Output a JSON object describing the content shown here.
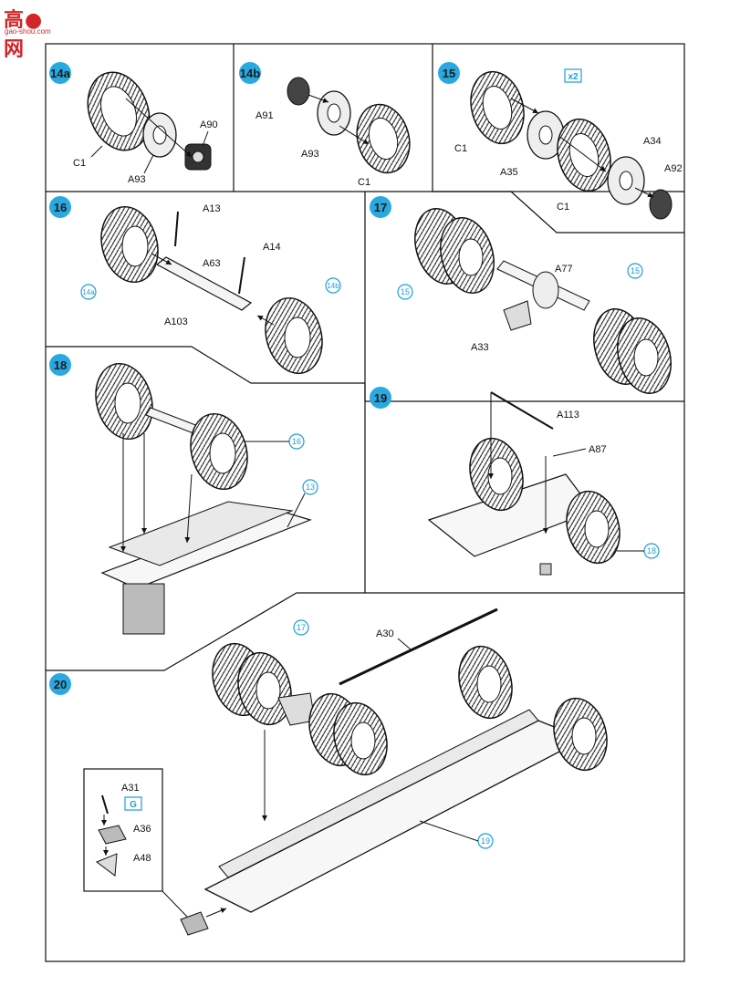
{
  "watermark": {
    "main": "高●网",
    "sub": "gao-shou.com"
  },
  "colors": {
    "accent": "#1a9ed8",
    "step_circle": "#2aa8e0",
    "line": "#111111",
    "logo": "#d4262a"
  },
  "steps": [
    {
      "id": "14a",
      "label": "14a",
      "parts": [
        "C1",
        "A93",
        "A90"
      ]
    },
    {
      "id": "14b",
      "label": "14b",
      "parts": [
        "A91",
        "A93",
        "C1"
      ]
    },
    {
      "id": "15",
      "label": "15",
      "badge": "x2",
      "parts": [
        "C1",
        "A35",
        "C1",
        "A34",
        "A92"
      ]
    },
    {
      "id": "16",
      "label": "16",
      "parts": [
        "A13",
        "A14",
        "A63",
        "A103"
      ],
      "refs": [
        "14a",
        "14b"
      ]
    },
    {
      "id": "17",
      "label": "17",
      "parts": [
        "A77",
        "A33"
      ],
      "refs": [
        "15",
        "15"
      ]
    },
    {
      "id": "18",
      "label": "18",
      "refs": [
        "16",
        "13"
      ]
    },
    {
      "id": "19",
      "label": "19",
      "parts": [
        "A113",
        "A87"
      ],
      "refs": [
        "18"
      ]
    },
    {
      "id": "20",
      "label": "20",
      "parts": [
        "A30",
        "A31",
        "A36",
        "A48"
      ],
      "refs": [
        "17",
        "19"
      ],
      "tag": "G"
    }
  ]
}
